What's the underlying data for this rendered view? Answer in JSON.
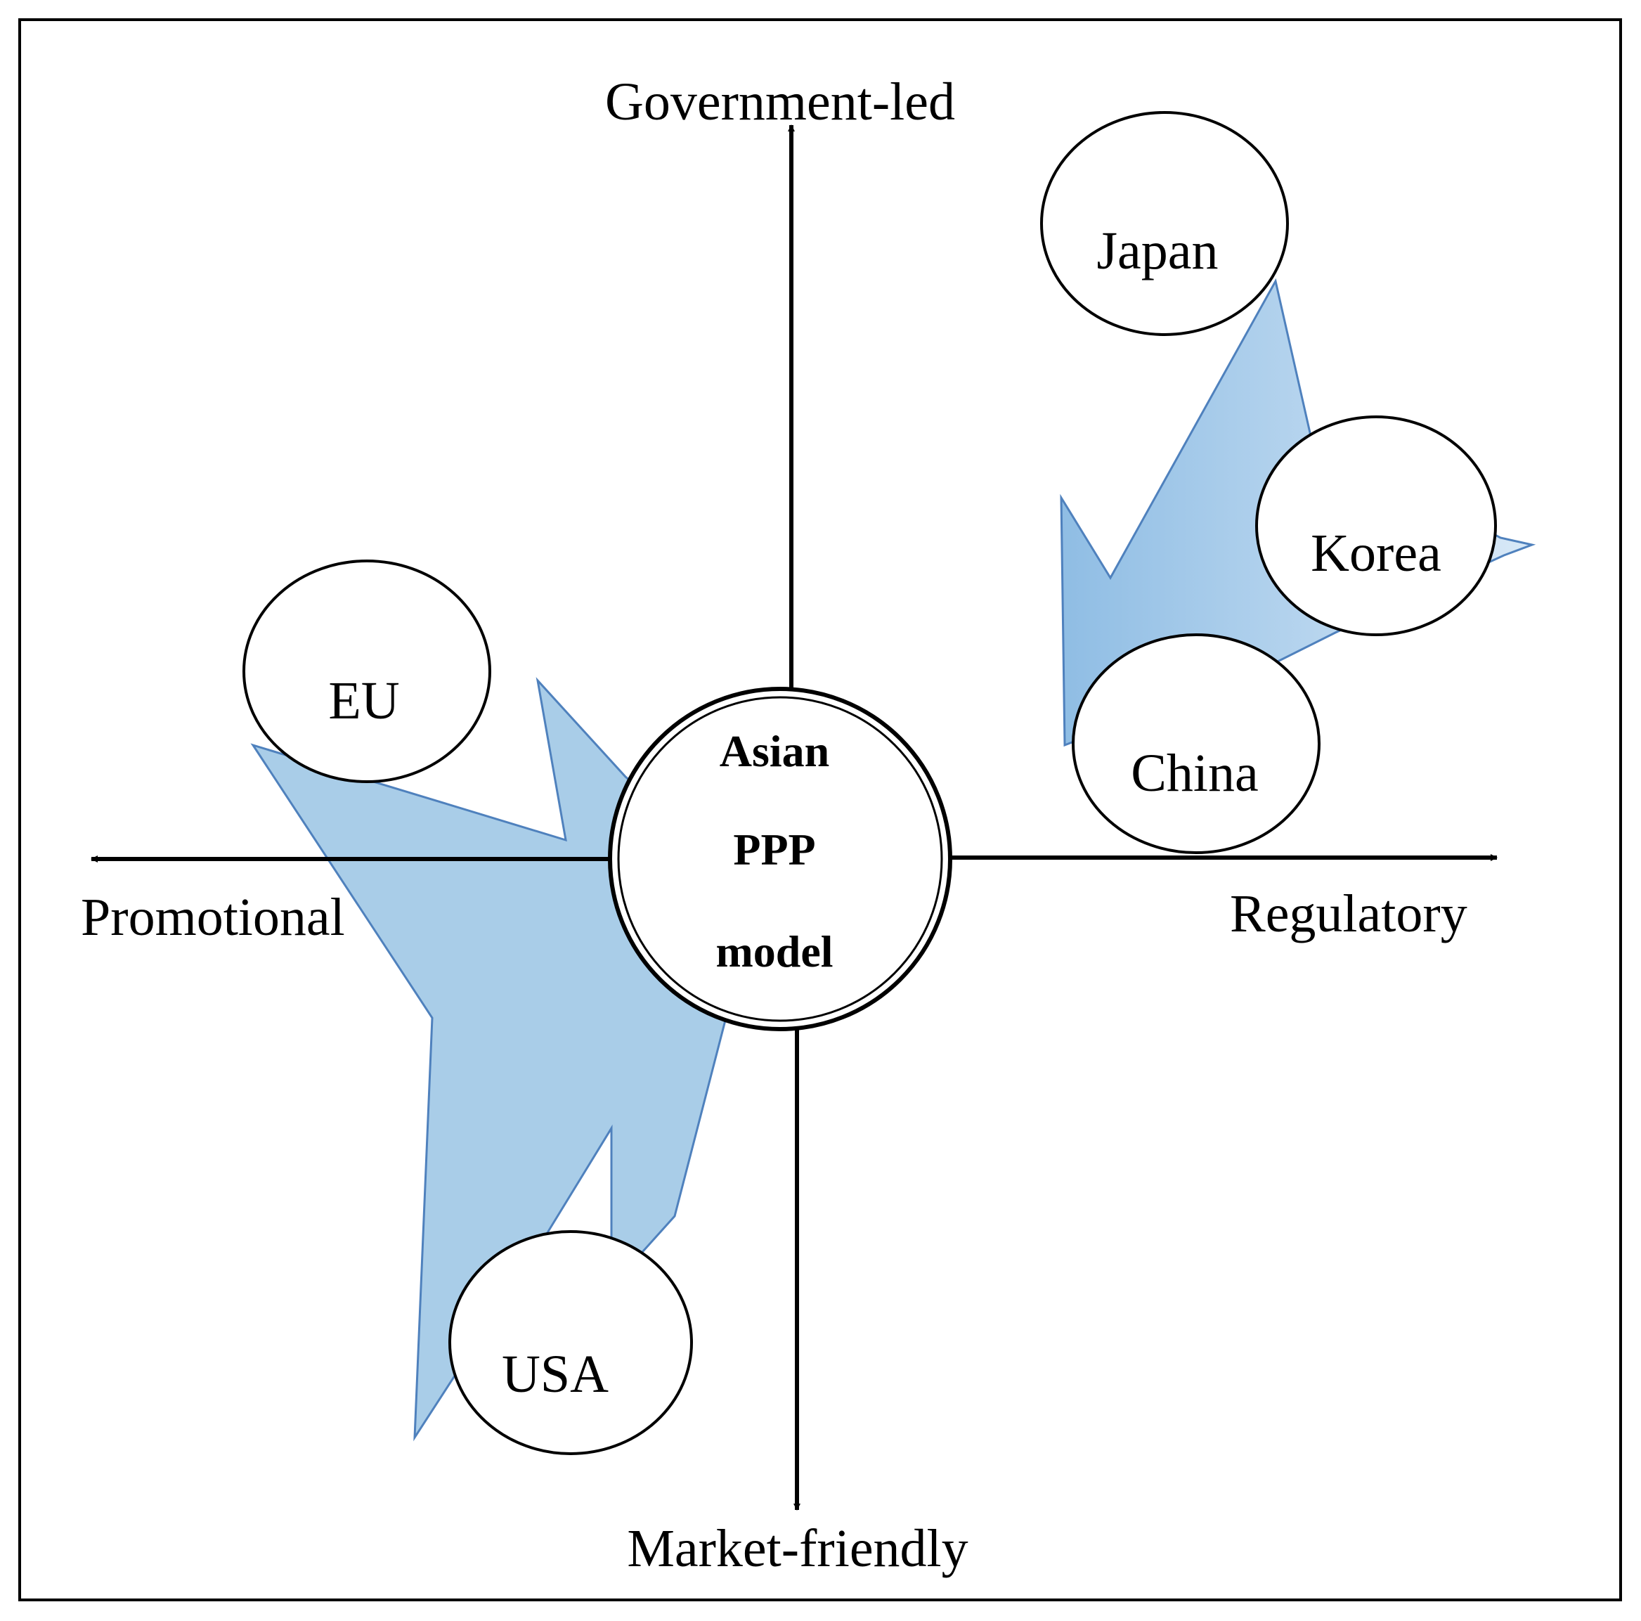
{
  "axes": {
    "top": "Government-led",
    "bottom": "Market-friendly",
    "left": "Promotional",
    "right": "Regulatory"
  },
  "center": {
    "lines": [
      "Asian",
      "PPP",
      "model"
    ]
  },
  "nodes": {
    "japan": "Japan",
    "korea": "Korea",
    "china": "China",
    "eu": "EU",
    "usa": "USA"
  },
  "colors": {
    "shape_fill": "#a9cde8",
    "shape_fill_light": "#d3e6f6",
    "shape_stroke": "#4f81bd",
    "line": "#000000",
    "background": "#ffffff"
  }
}
